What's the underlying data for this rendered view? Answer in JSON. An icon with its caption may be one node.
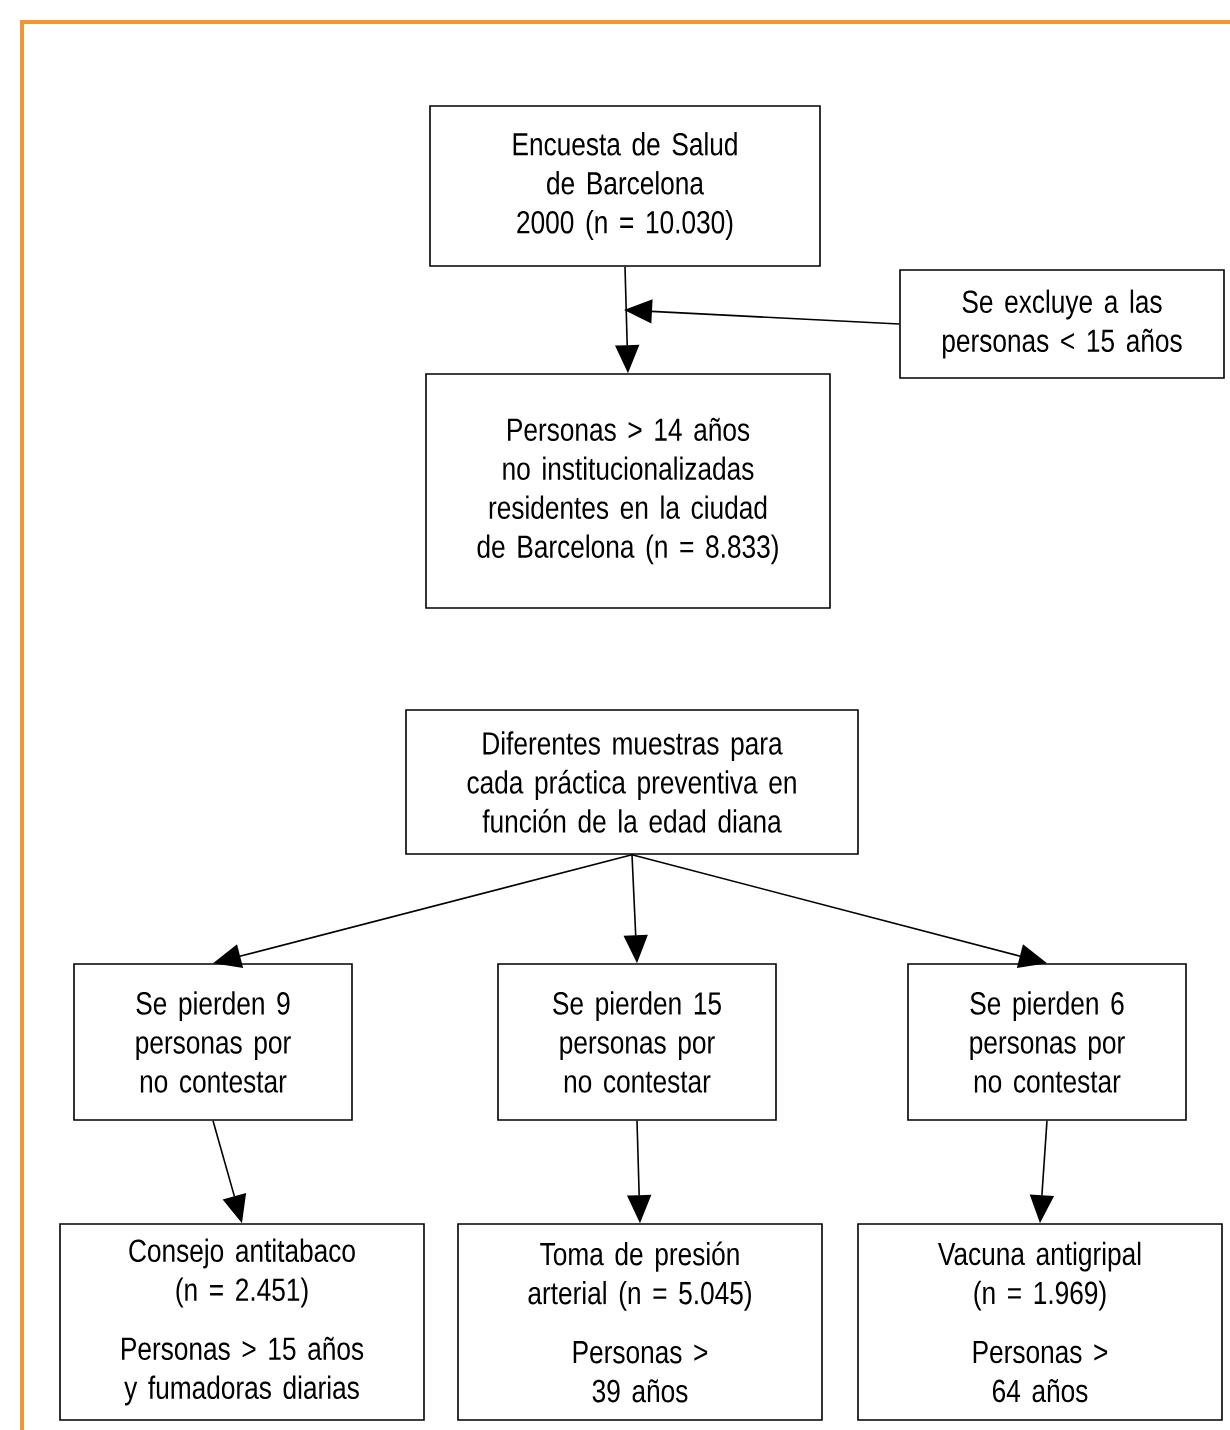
{
  "diagram": {
    "nodes": [
      {
        "text": [
          "Encuesta de Salud de Barcelona 2000 (n = 10.030)"
        ]
      },
      {
        "text": [
          "Se excluye a las personas < 15 años"
        ]
      },
      {
        "text": [
          "Personas > 14 años no institucionalizadas residentes en la ciudad de Barcelona (n = 8.833)"
        ]
      },
      {
        "text": [
          "Diferentes muestras para cada práctica preventiva en función de la edad diana"
        ]
      },
      {
        "text": [
          "Se pierden 9 personas por no contestar"
        ]
      },
      {
        "text": [
          "Se pierden 15 personas por no contestar"
        ]
      },
      {
        "text": [
          "Se pierden 6 personas por no contestar"
        ]
      },
      {
        "text": [
          "Consejo antitabaco (n = 2.451)",
          "Personas > 15 años y fumadoras diarias"
        ]
      },
      {
        "text": [
          "Toma de presión arterial (n = 5.045)",
          "Personas > 39 años"
        ]
      },
      {
        "text": [
          "Vacuna antigripal (n = 1.969)",
          "Personas > 64 años"
        ]
      }
    ],
    "edges": [
      {
        "from": 0,
        "to": 2,
        "arrow": "to"
      },
      {
        "from": 1,
        "to": null,
        "arrow": "to"
      },
      {
        "from": 3,
        "to": 4,
        "arrow": "to"
      },
      {
        "from": 3,
        "to": 5,
        "arrow": "to"
      },
      {
        "from": 3,
        "to": 6,
        "arrow": "to"
      },
      {
        "from": 4,
        "to": 7,
        "arrow": "to"
      },
      {
        "from": 5,
        "to": 8,
        "arrow": "to"
      },
      {
        "from": 6,
        "to": 9,
        "arrow": "to"
      }
    ]
  }
}
